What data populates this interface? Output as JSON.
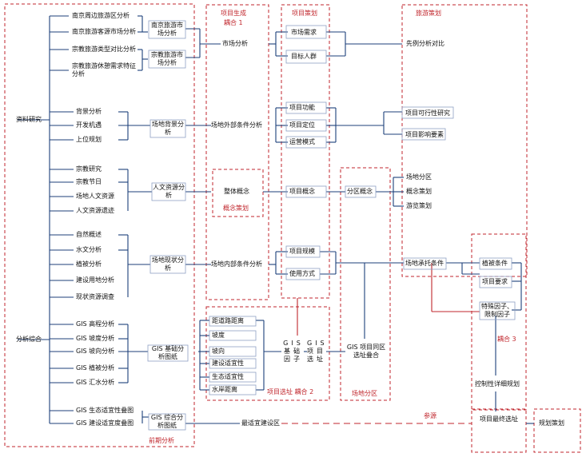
{
  "left_root": {
    "research": "资料研究",
    "analysis": "分析综合"
  },
  "col_a": {
    "nj_zb": "南京周边旅游区分析",
    "nj_ky": "南京旅游客源市场分析",
    "zj_lx": "宗教旅游类型对比分析",
    "zj_xq": "宗教旅游休憩需求特征分析",
    "bj": "背景分析",
    "kf": "开发机遇",
    "sw": "上位规划",
    "zj_yj": "宗教研究",
    "zj_jr": "宗教节日",
    "cd_rw": "场地人文资源",
    "rw_zz": "人文资源遗迹",
    "zr": "自然概述",
    "sw2": "水文分析",
    "zb": "植被分析",
    "js": "建设用地分析",
    "xz": "现状资源调查",
    "gis_gc": "GIS 高程分析",
    "gis_pd": "GIS 坡度分析",
    "gis_px": "GIS 坡向分析",
    "gis_zb": "GIS 植被分析",
    "gis_hs": "GIS 汇水分析",
    "gis_st": "GIS 生态适宜性叠图",
    "gis_jsd": "GIS 建设适宜度叠图"
  },
  "col_b": {
    "nj_sc": "南京旅游市场分析",
    "zj_sc": "宗教旅游市场分析",
    "cd_bj": "场地背景分析",
    "rw_zy": "人文资源分析",
    "cd_xz": "场地现状分析",
    "gis_jc": "GIS 基础分析图纸",
    "gis_zh": "GIS 综合分析图纸",
    "qq": "前期分析"
  },
  "col_c": {
    "title1": "项目生成",
    "title2": "耦合 1",
    "sc": "市场分析",
    "wb": "场地外部条件分析",
    "zt": "整体概念",
    "gn_ch": "概念策划",
    "nb": "场地内部条件分析",
    "jl": "距道路距离",
    "pd": "坡度",
    "px": "坡向",
    "jsd": "建设适宜性",
    "st": "生态适宜性",
    "sa": "水岸距离",
    "xz_ou": "项目选址 耦合 2",
    "zs": "最适宜建设区"
  },
  "col_d": {
    "title": "项目策划",
    "xq": "市场需求",
    "mb": "目标人群",
    "gn": "项目功能",
    "dw": "项目定位",
    "yy": "运营模式",
    "gn2": "项目概念",
    "gm": "项目规模",
    "sy": "使用方式",
    "gis_jc_yz": "GIS 基础因子",
    "gis_xm": "GIS 项目选址"
  },
  "col_e": {
    "fq": "分区概念",
    "gis_dd": "GIS 项目同区选址叠合",
    "fq_title": "场地分区"
  },
  "col_f": {
    "title": "旅游策划",
    "xj": "先例分析对比",
    "kx": "项目可行性研究",
    "yx": "项目影响要素",
    "cdfq": "场地分区",
    "gnch": "概念策划",
    "ylch": "游览策划",
    "cz": "场地承托条件"
  },
  "col_g": {
    "zb": "植被条件",
    "yq": "项目要求",
    "ts": "特殊因子、限制因子",
    "ou3": "耦合 3",
    "kz": "控制性详细规划",
    "cy": "参源",
    "zz": "项目最终选址",
    "gh": "规划策划"
  },
  "colors": {
    "line": "#1d3f7a",
    "red": "#c0262c",
    "box": "#8ea1c4"
  }
}
